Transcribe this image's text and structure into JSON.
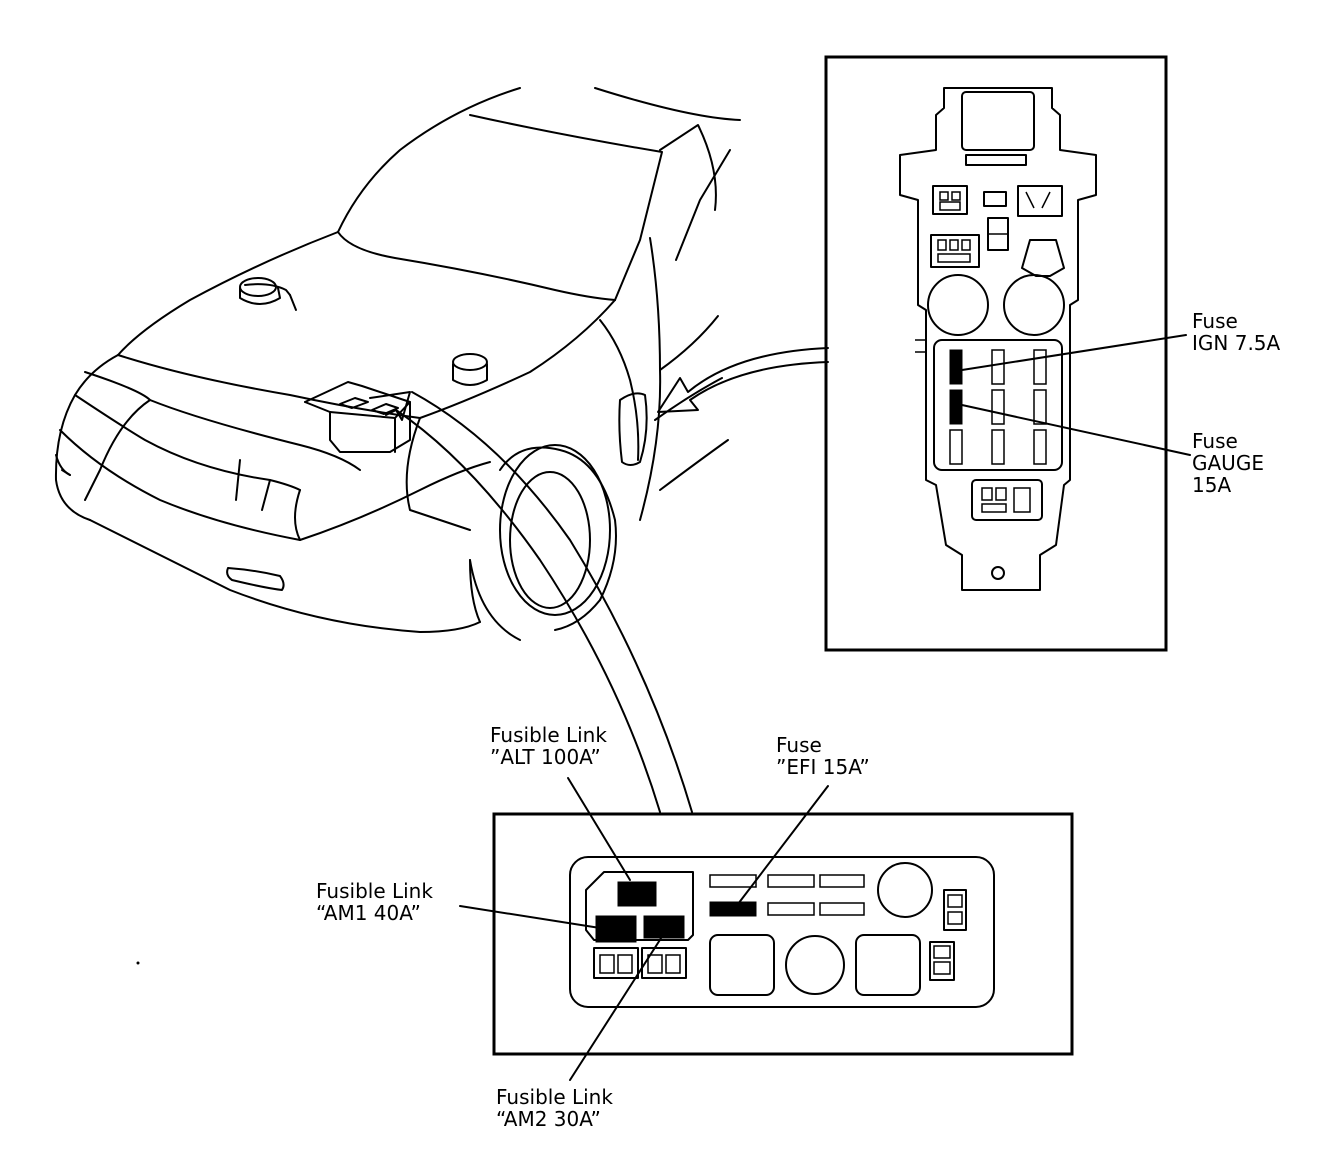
{
  "labels": {
    "fuse_ign": {
      "line1": "Fuse",
      "line2": "IGN 7.5A"
    },
    "fuse_gauge": {
      "line1": "Fuse",
      "line2": "GAUGE",
      "line3": "15A"
    },
    "fuse_efi": {
      "line1": "Fuse",
      "line2": "”EFI 15A”"
    },
    "link_alt": {
      "line1": "Fusible Link",
      "line2": "”ALT 100A”"
    },
    "link_am1": {
      "line1": "Fusible Link",
      "line2": "“AM1 40A”"
    },
    "link_am2": {
      "line1": "Fusible Link",
      "line2": "“AM2 30A”"
    }
  }
}
